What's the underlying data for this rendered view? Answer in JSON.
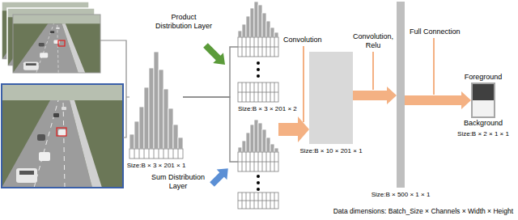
{
  "diagram": {
    "nodes": [
      {
        "text": [
          "Size:B × 3 × 201 × 1"
        ]
      },
      {
        "text": [
          "Size:B × 3 × 201 × 2"
        ]
      },
      {
        "text": [
          "Size:B × 10 × 201 × 1"
        ]
      },
      {
        "text": [
          "Size:B × 500 × 1 × 1"
        ]
      },
      {
        "text": [
          "Foreground",
          "Background",
          "Size:B × 2 × 1 × 1"
        ]
      }
    ],
    "edges": [
      {
        "from": 0,
        "to": 1,
        "arrow": "none",
        "label": "Product Distribution Layer"
      },
      {
        "from": 0,
        "to": 1,
        "arrow": "none",
        "label": "Sum Distribution Layer"
      },
      {
        "from": 1,
        "to": 2,
        "arrow": "to",
        "label": "Convolution"
      },
      {
        "from": 2,
        "to": 3,
        "arrow": "to",
        "label": "Convolution, Relu"
      },
      {
        "from": 3,
        "to": 4,
        "arrow": "to",
        "label": "Full Connection"
      }
    ],
    "labels": [
      "Data dimensions: Batch_Size × Channels × Width × Height"
    ]
  }
}
